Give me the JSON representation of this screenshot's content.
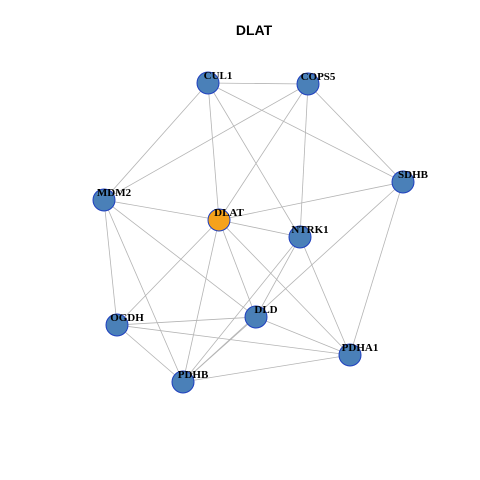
{
  "title": "DLAT",
  "colors": {
    "hub_fill": "#f5a21b",
    "node_fill": "#4a80b8",
    "node_stroke": "#1f3fbf",
    "edge": "#b4b4b4"
  },
  "nodes": [
    {
      "id": "CUL1",
      "label": "CUL1",
      "hub": false
    },
    {
      "id": "COPS5",
      "label": "COPS5",
      "hub": false
    },
    {
      "id": "MDM2",
      "label": "MDM2",
      "hub": false
    },
    {
      "id": "DLAT",
      "label": "DLAT",
      "hub": true
    },
    {
      "id": "NTRK1",
      "label": "NTRK1",
      "hub": false
    },
    {
      "id": "SDHB",
      "label": "SDHB",
      "hub": false
    },
    {
      "id": "OGDH",
      "label": "OGDH",
      "hub": false
    },
    {
      "id": "DLD",
      "label": "DLD",
      "hub": false
    },
    {
      "id": "PDHA1",
      "label": "PDHA1",
      "hub": false
    },
    {
      "id": "PDHB",
      "label": "PDHB",
      "hub": false
    }
  ],
  "edges": [
    [
      "CUL1",
      "COPS5"
    ],
    [
      "CUL1",
      "MDM2"
    ],
    [
      "CUL1",
      "DLAT"
    ],
    [
      "CUL1",
      "NTRK1"
    ],
    [
      "CUL1",
      "SDHB"
    ],
    [
      "COPS5",
      "MDM2"
    ],
    [
      "COPS5",
      "DLAT"
    ],
    [
      "COPS5",
      "NTRK1"
    ],
    [
      "COPS5",
      "SDHB"
    ],
    [
      "MDM2",
      "DLAT"
    ],
    [
      "MDM2",
      "OGDH"
    ],
    [
      "MDM2",
      "DLD"
    ],
    [
      "MDM2",
      "PDHB"
    ],
    [
      "DLAT",
      "NTRK1"
    ],
    [
      "DLAT",
      "SDHB"
    ],
    [
      "DLAT",
      "OGDH"
    ],
    [
      "DLAT",
      "DLD"
    ],
    [
      "DLAT",
      "PDHB"
    ],
    [
      "DLAT",
      "PDHA1"
    ],
    [
      "NTRK1",
      "DLD"
    ],
    [
      "NTRK1",
      "PDHB"
    ],
    [
      "NTRK1",
      "PDHA1"
    ],
    [
      "SDHB",
      "PDHB"
    ],
    [
      "SDHB",
      "PDHA1"
    ],
    [
      "OGDH",
      "DLD"
    ],
    [
      "OGDH",
      "PDHB"
    ],
    [
      "OGDH",
      "PDHA1"
    ],
    [
      "DLD",
      "PDHB"
    ],
    [
      "DLD",
      "PDHA1"
    ],
    [
      "PDHB",
      "PDHA1"
    ]
  ]
}
